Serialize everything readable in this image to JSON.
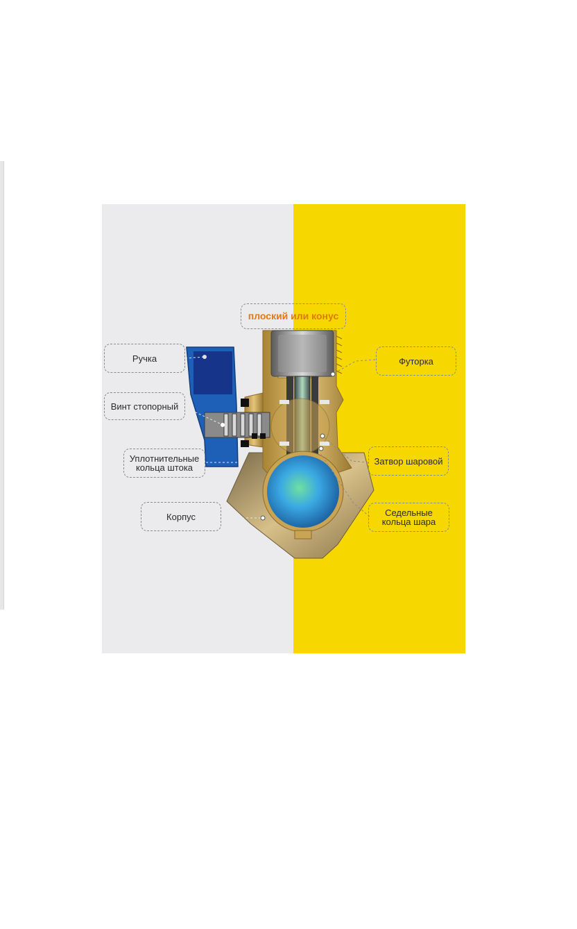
{
  "diagram": {
    "background": {
      "left": "#ebebed",
      "right": "#f6d800"
    },
    "colors": {
      "brass": "#c9a454",
      "brass_dark": "#8a6a2a",
      "handle": "#1e5fb8",
      "ball": "#4ea8e0",
      "label_top": "#e07a10",
      "callout_border": "#8a8a8a"
    },
    "labels": {
      "top_connection": "плоский или конус",
      "handle": "Ручка",
      "lock_screw": "Винт стопорный",
      "stem_seals_line1": "Уплотнительные",
      "stem_seals_line2": "кольца штока",
      "body": "Корпус",
      "adapter": "Футорка",
      "ball_valve": "Затвор шаровой",
      "seat_rings_line1": "Седельные",
      "seat_rings_line2": "кольца шара"
    }
  }
}
